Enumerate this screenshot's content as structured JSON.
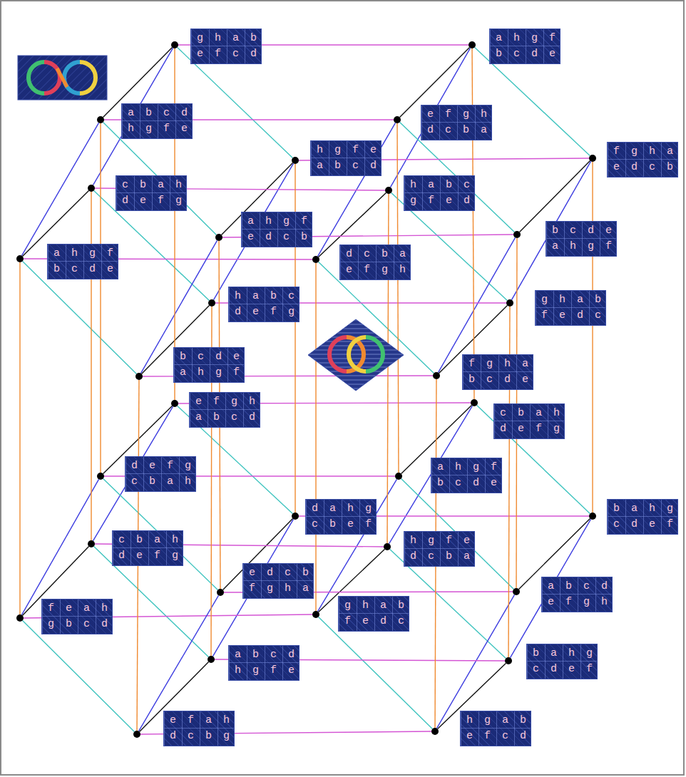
{
  "diagram": {
    "nodes": [
      {
        "text": [
          "g h a b e f c d"
        ]
      },
      {
        "text": [
          "a h g f b c d e"
        ]
      },
      {
        "text": [
          "a b c d h g f e"
        ]
      },
      {
        "text": [
          "e f g h d c b a"
        ]
      },
      {
        "text": [
          "f g h a e d c b"
        ]
      },
      {
        "text": [
          "h g f e a b c d"
        ]
      },
      {
        "text": [
          "c b a h d e f g"
        ]
      },
      {
        "text": [
          "h a b c g f e d"
        ]
      },
      {
        "text": [
          "a h g f b c d e"
        ]
      },
      {
        "text": [
          "a h g f e d c b"
        ]
      },
      {
        "text": [
          "d c b a e f g h"
        ]
      },
      {
        "text": [
          "b c d e a h g f"
        ]
      },
      {
        "text": [
          "h a b c d e f g"
        ]
      },
      {
        "text": [
          "g h a b f e d c"
        ]
      },
      {
        "text": [
          "b c d e a h g f"
        ]
      },
      {
        "text": [
          "f g h a b c d e"
        ]
      },
      {
        "text": [
          "e f g h a b c d"
        ]
      },
      {
        "text": [
          "c b a h d e f g"
        ]
      },
      {
        "text": [
          "d e f g c b a h"
        ]
      },
      {
        "text": [
          "a h g f b c d e"
        ]
      },
      {
        "text": [
          "b a h g c d e f"
        ]
      },
      {
        "text": [
          "d a h g c b e f"
        ]
      },
      {
        "text": [
          "c b a h d e f g"
        ]
      },
      {
        "text": [
          "h g f e d c b a"
        ]
      },
      {
        "text": [
          "f e a h g b c d"
        ]
      },
      {
        "text": [
          "e d c b f g h a"
        ]
      },
      {
        "text": [
          "g h a b f e d c"
        ]
      },
      {
        "text": [
          "a b c d e f g h"
        ]
      },
      {
        "text": [
          "a b c d h g f e"
        ]
      },
      {
        "text": [
          "b a h g c d e f"
        ]
      },
      {
        "text": [
          "e f a h d c b g"
        ]
      },
      {
        "text": [
          "h g a b e f c d"
        ]
      }
    ],
    "edges": [
      {
        "from": 0,
        "to": 1,
        "arrow": "none"
      },
      {
        "from": 0,
        "to": 5,
        "arrow": "none"
      },
      {
        "from": 0,
        "to": 2,
        "arrow": "none"
      },
      {
        "from": 0,
        "to": 6,
        "arrow": "none"
      },
      {
        "from": 1,
        "to": 4,
        "arrow": "none"
      },
      {
        "from": 1,
        "to": 3,
        "arrow": "none"
      },
      {
        "from": 1,
        "to": 7,
        "arrow": "none"
      },
      {
        "from": 2,
        "to": 3,
        "arrow": "none"
      },
      {
        "from": 2,
        "to": 9,
        "arrow": "none"
      },
      {
        "from": 2,
        "to": 8,
        "arrow": "none"
      },
      {
        "from": 3,
        "to": 11,
        "arrow": "none"
      },
      {
        "from": 3,
        "to": 10,
        "arrow": "none"
      },
      {
        "from": 4,
        "to": 5,
        "arrow": "none"
      },
      {
        "from": 4,
        "to": 11,
        "arrow": "none"
      },
      {
        "from": 4,
        "to": 13,
        "arrow": "none"
      },
      {
        "from": 5,
        "to": 9,
        "arrow": "none"
      },
      {
        "from": 5,
        "to": 12,
        "arrow": "none"
      },
      {
        "from": 6,
        "to": 7,
        "arrow": "none"
      },
      {
        "from": 6,
        "to": 12,
        "arrow": "none"
      },
      {
        "from": 6,
        "to": 8,
        "arrow": "none"
      },
      {
        "from": 7,
        "to": 13,
        "arrow": "none"
      },
      {
        "from": 7,
        "to": 10,
        "arrow": "none"
      },
      {
        "from": 8,
        "to": 10,
        "arrow": "none"
      },
      {
        "from": 8,
        "to": 14,
        "arrow": "none"
      },
      {
        "from": 9,
        "to": 11,
        "arrow": "none"
      },
      {
        "from": 9,
        "to": 14,
        "arrow": "none"
      },
      {
        "from": 10,
        "to": 15,
        "arrow": "none"
      },
      {
        "from": 11,
        "to": 15,
        "arrow": "none"
      },
      {
        "from": 12,
        "to": 13,
        "arrow": "none"
      },
      {
        "from": 12,
        "to": 14,
        "arrow": "none"
      },
      {
        "from": 13,
        "to": 15,
        "arrow": "none"
      },
      {
        "from": 14,
        "to": 15,
        "arrow": "none"
      },
      {
        "from": 16,
        "to": 17,
        "arrow": "none"
      },
      {
        "from": 16,
        "to": 21,
        "arrow": "none"
      },
      {
        "from": 16,
        "to": 18,
        "arrow": "none"
      },
      {
        "from": 16,
        "to": 22,
        "arrow": "none"
      },
      {
        "from": 17,
        "to": 20,
        "arrow": "none"
      },
      {
        "from": 17,
        "to": 19,
        "arrow": "none"
      },
      {
        "from": 17,
        "to": 23,
        "arrow": "none"
      },
      {
        "from": 18,
        "to": 19,
        "arrow": "none"
      },
      {
        "from": 18,
        "to": 25,
        "arrow": "none"
      },
      {
        "from": 18,
        "to": 24,
        "arrow": "none"
      },
      {
        "from": 19,
        "to": 27,
        "arrow": "none"
      },
      {
        "from": 19,
        "to": 26,
        "arrow": "none"
      },
      {
        "from": 20,
        "to": 21,
        "arrow": "none"
      },
      {
        "from": 20,
        "to": 27,
        "arrow": "none"
      },
      {
        "from": 20,
        "to": 29,
        "arrow": "none"
      },
      {
        "from": 21,
        "to": 25,
        "arrow": "none"
      },
      {
        "from": 21,
        "to": 28,
        "arrow": "none"
      },
      {
        "from": 22,
        "to": 23,
        "arrow": "none"
      },
      {
        "from": 22,
        "to": 28,
        "arrow": "none"
      },
      {
        "from": 22,
        "to": 24,
        "arrow": "none"
      },
      {
        "from": 23,
        "to": 29,
        "arrow": "none"
      },
      {
        "from": 23,
        "to": 26,
        "arrow": "none"
      },
      {
        "from": 24,
        "to": 26,
        "arrow": "none"
      },
      {
        "from": 24,
        "to": 30,
        "arrow": "none"
      },
      {
        "from": 25,
        "to": 27,
        "arrow": "none"
      },
      {
        "from": 25,
        "to": 30,
        "arrow": "none"
      },
      {
        "from": 26,
        "to": 31,
        "arrow": "none"
      },
      {
        "from": 27,
        "to": 31,
        "arrow": "none"
      },
      {
        "from": 28,
        "to": 29,
        "arrow": "none"
      },
      {
        "from": 28,
        "to": 30,
        "arrow": "none"
      },
      {
        "from": 29,
        "to": 31,
        "arrow": "none"
      },
      {
        "from": 30,
        "to": 31,
        "arrow": "none"
      },
      {
        "from": 0,
        "to": 16,
        "arrow": "none"
      },
      {
        "from": 1,
        "to": 17,
        "arrow": "none"
      },
      {
        "from": 2,
        "to": 18,
        "arrow": "none"
      },
      {
        "from": 3,
        "to": 19,
        "arrow": "none"
      },
      {
        "from": 4,
        "to": 20,
        "arrow": "none"
      },
      {
        "from": 5,
        "to": 21,
        "arrow": "none"
      },
      {
        "from": 6,
        "to": 22,
        "arrow": "none"
      },
      {
        "from": 7,
        "to": 23,
        "arrow": "none"
      },
      {
        "from": 8,
        "to": 24,
        "arrow": "none"
      },
      {
        "from": 9,
        "to": 25,
        "arrow": "none"
      },
      {
        "from": 10,
        "to": 26,
        "arrow": "none"
      },
      {
        "from": 11,
        "to": 27,
        "arrow": "none"
      },
      {
        "from": 12,
        "to": 28,
        "arrow": "none"
      },
      {
        "from": 13,
        "to": 29,
        "arrow": "none"
      },
      {
        "from": 14,
        "to": 30,
        "arrow": "none"
      },
      {
        "from": 15,
        "to": 31,
        "arrow": "none"
      }
    ]
  }
}
